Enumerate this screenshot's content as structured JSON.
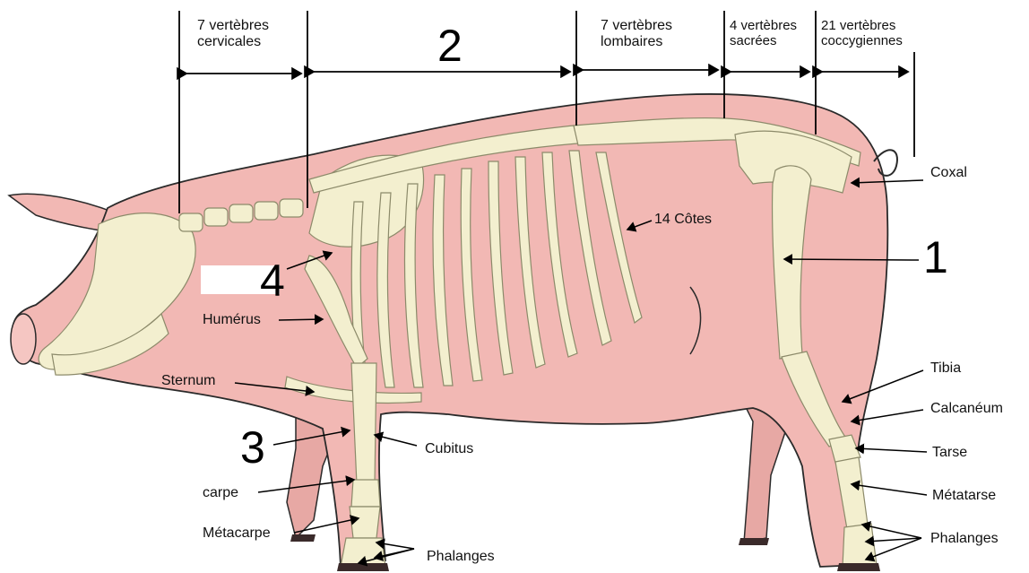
{
  "labels": {
    "cervical": "7 vertèbres\ncervicales",
    "number_2": "2",
    "lumbar": "7 vertèbres\nlombaires",
    "sacral": "4 vertèbres\nsacrées",
    "coccygeal": "21 vertèbres\ncoccygiennes",
    "coxal": "Coxal",
    "ribs": "14 Côtes",
    "number_1": "1",
    "number_4": "4",
    "humerus": "Humérus",
    "sternum": "Sternum",
    "number_3": "3",
    "cubitus": "Cubitus",
    "carpe": "carpe",
    "metacarpe": "Métacarpe",
    "phalanges_front": "Phalanges",
    "tibia": "Tibia",
    "calcaneum": "Calcanéum",
    "tarse": "Tarse",
    "metatarse": "Métatarse",
    "phalanges_hind": "Phalanges"
  },
  "colors": {
    "skin": "#f2b8b4",
    "skin_outline": "#2a2a2a",
    "bone": "#f3efcf",
    "bone_outline": "#8c8a6a",
    "lines": "#000000"
  }
}
